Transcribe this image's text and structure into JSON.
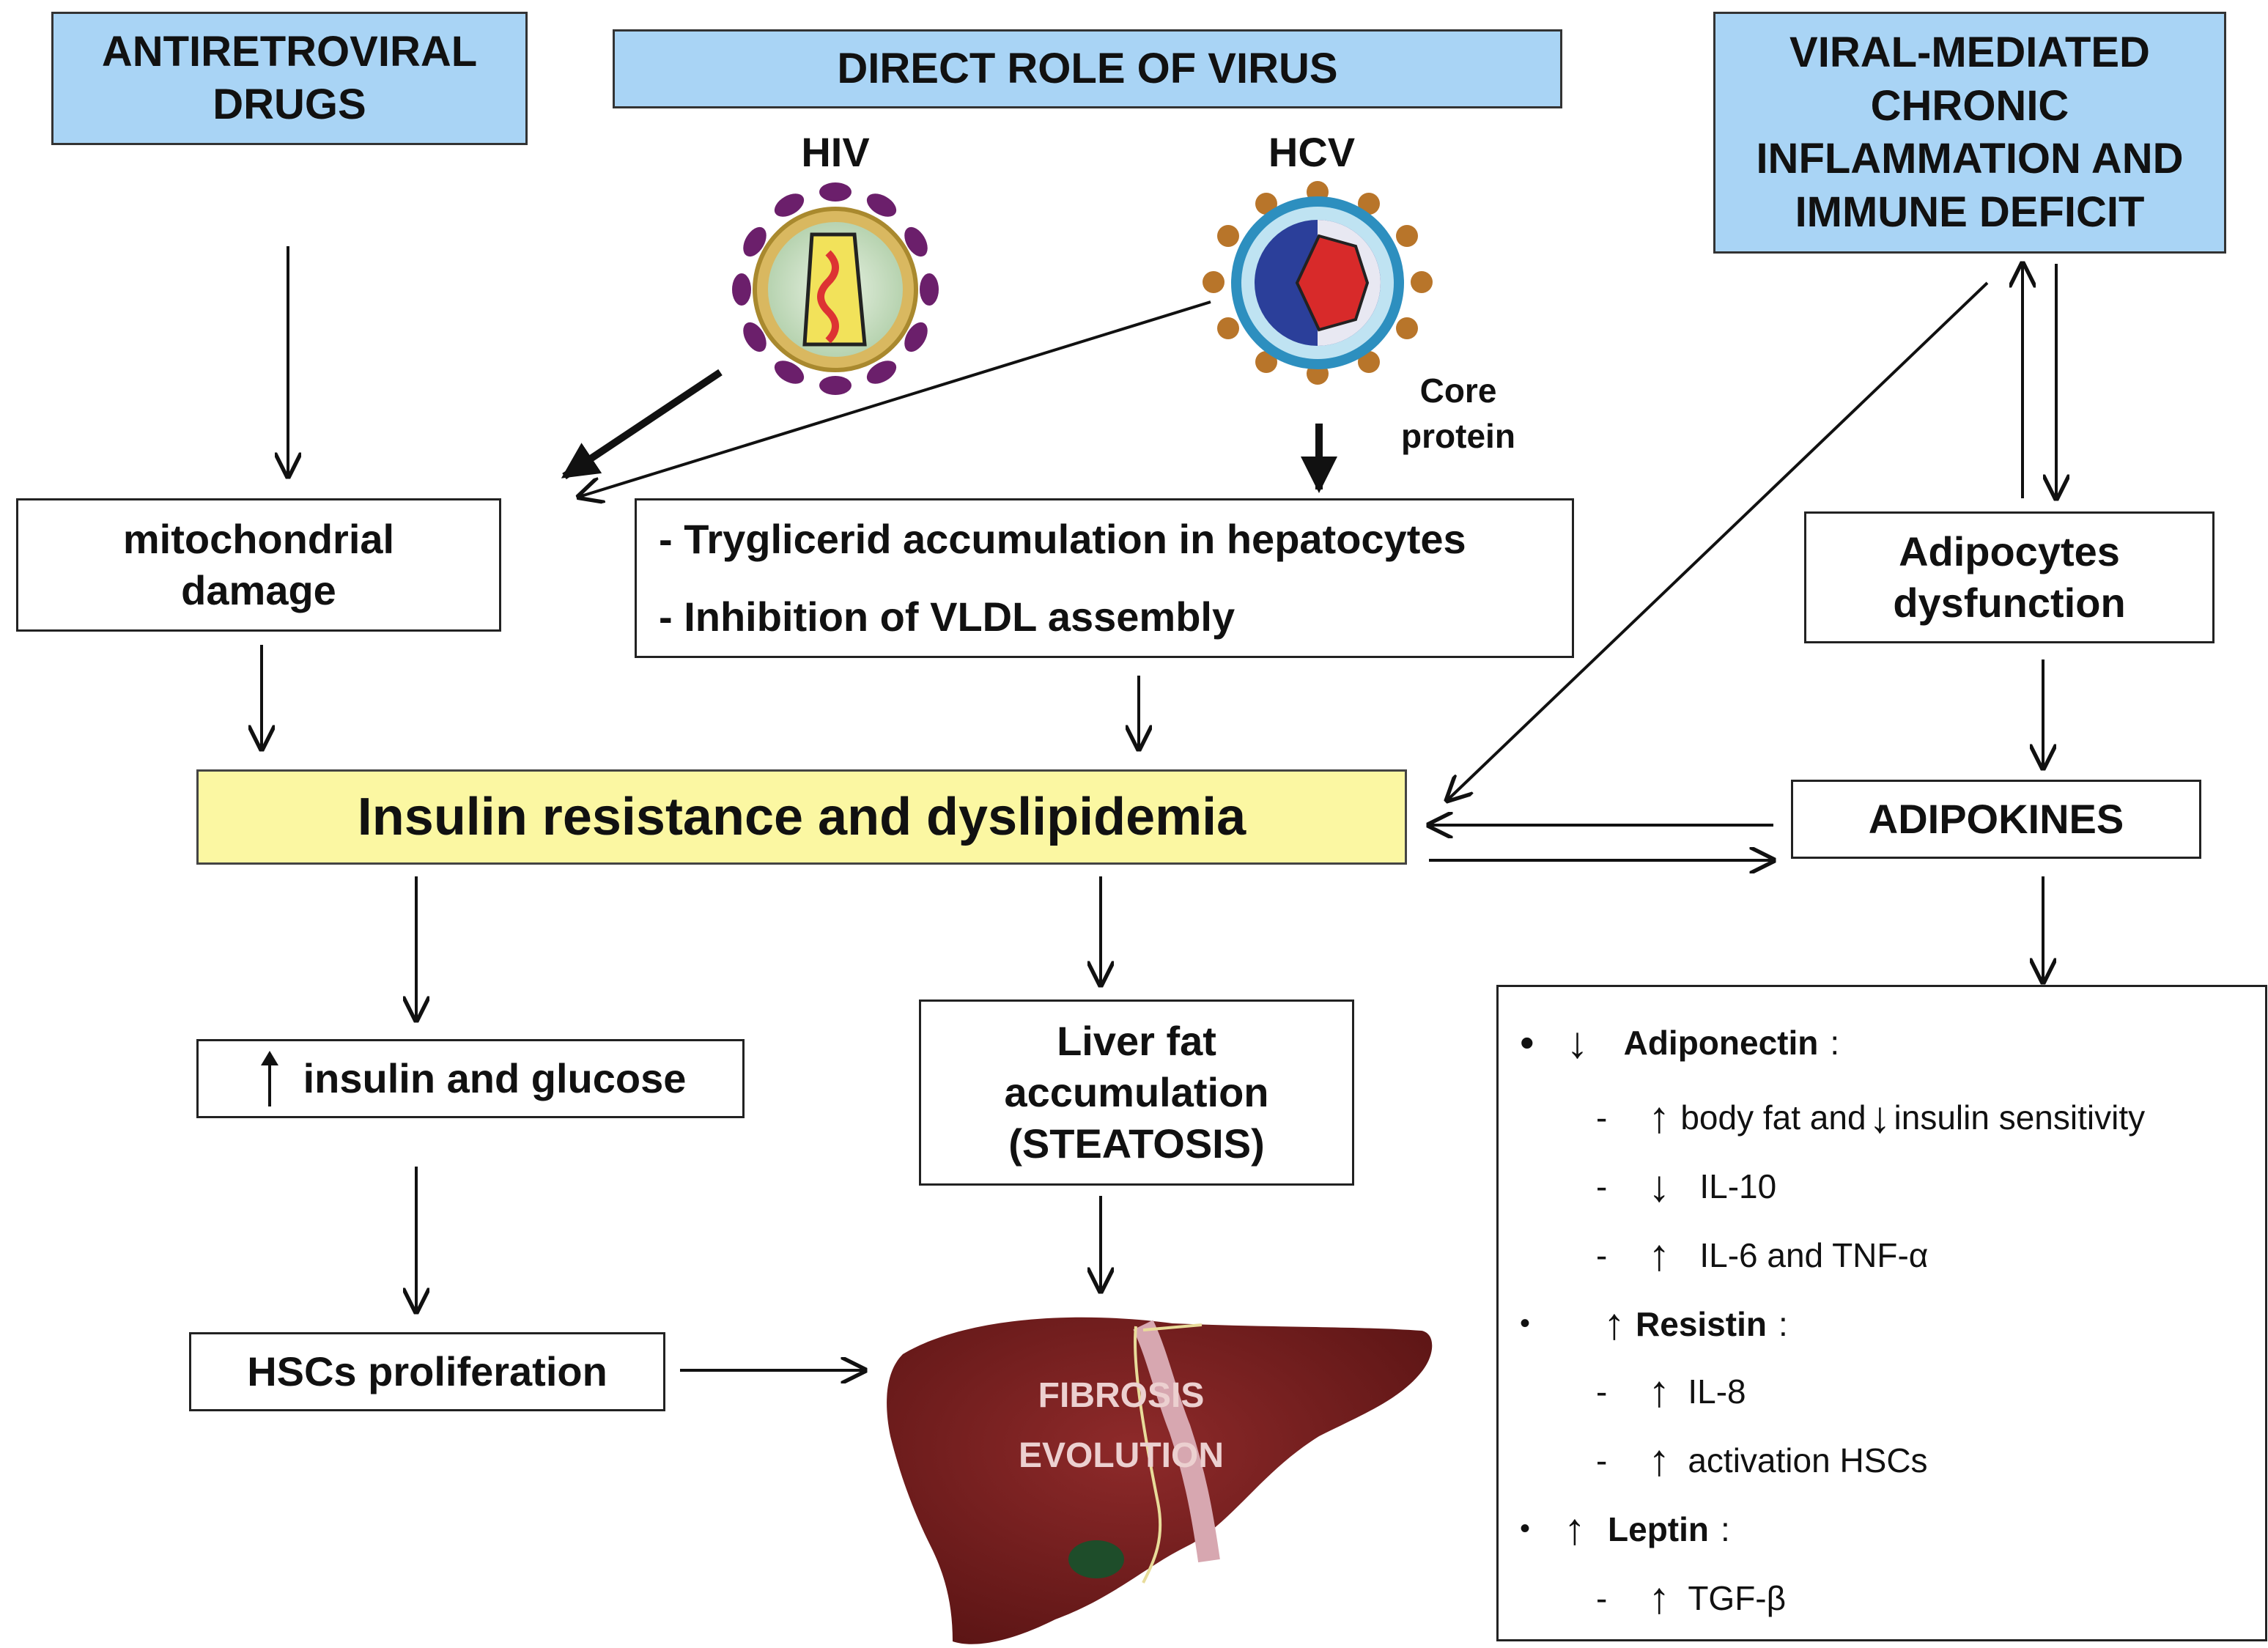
{
  "boxes": {
    "antiretroviral": [
      "ANTIRETROVIRAL",
      "DRUGS"
    ],
    "direct_role": "DIRECT ROLE OF VIRUS",
    "viral_mediated": [
      "VIRAL-MEDIATED",
      "CHRONIC",
      "INFLAMMATION AND",
      "IMMUNE DEFICIT"
    ],
    "mitochondrial": [
      "mitochondrial",
      "damage"
    ],
    "trygliceride": [
      "- Tryglicerid accumulation in hepatocytes",
      "- Inhibition of VLDL assembly"
    ],
    "adipocytes": [
      "Adipocytes",
      "dysfunction"
    ],
    "insulin_resistance": "Insulin resistance and dyslipidemia",
    "adipokines": "ADIPOKINES",
    "insulin_glucose": "insulin and glucose",
    "liver_fat": [
      "Liver fat",
      "accumulation",
      "(STEATOSIS)"
    ],
    "hscs": "HSCs proliferation"
  },
  "viruses": {
    "hiv": "HIV",
    "hcv": "HCV",
    "core_protein": [
      "Core",
      "protein"
    ]
  },
  "liver": [
    "FIBROSIS",
    "EVOLUTION"
  ],
  "legend": {
    "adiponectin": "Adiponectin",
    "body_fat": "body fat and",
    "insulin_sensitivity": "insulin sensitivity",
    "il10": "IL-10",
    "il6": "IL-6 and TNF-α",
    "resistin": "Resistin",
    "il8": "IL-8",
    "activation": "activation HSCs",
    "leptin": "Leptin",
    "tgf": "TGF-β",
    "colon": ":",
    "bullet": "•",
    "dash": "-"
  },
  "colors": {
    "blue_box": "#a9d4f5",
    "yellow_box": "#fbf7a2",
    "liver": "#7a1f1f",
    "hiv_spikes": "#6b1f6b",
    "hcv_spikes": "#b8752a"
  }
}
